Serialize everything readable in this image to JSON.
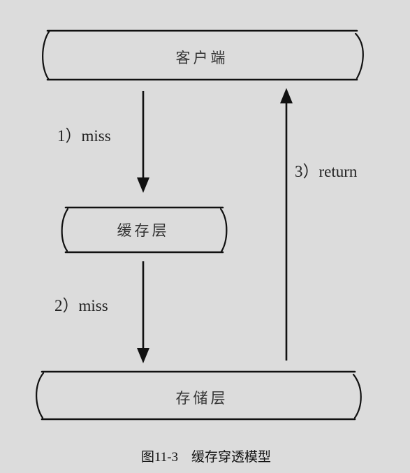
{
  "nodes": {
    "client": {
      "label": "客户端"
    },
    "cache": {
      "label": "缓存层"
    },
    "storage": {
      "label": "存储层"
    }
  },
  "edges": {
    "miss_1": {
      "label": "1）miss"
    },
    "miss_2": {
      "label": "2）miss"
    },
    "return_3": {
      "label": "3）return"
    }
  },
  "caption": "图11-3　缓存穿透模型"
}
